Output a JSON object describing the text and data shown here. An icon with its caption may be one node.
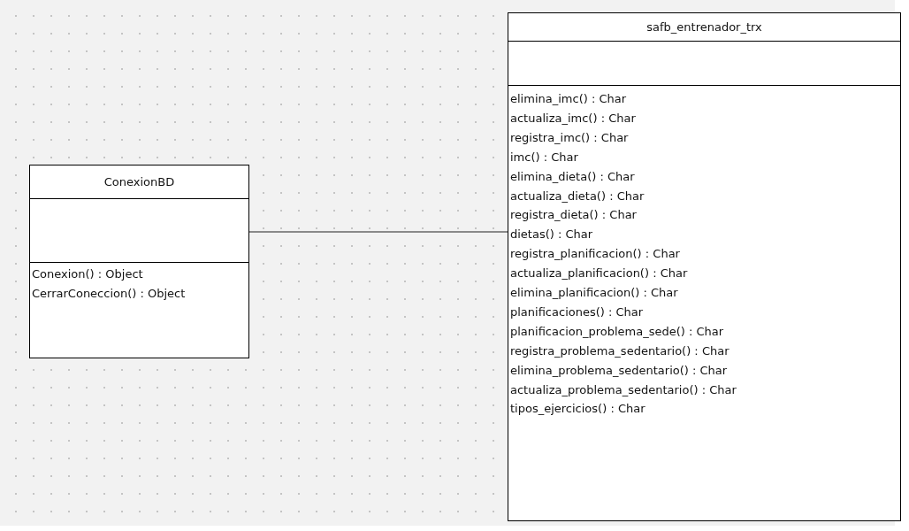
{
  "diagram": {
    "nodes": [
      {
        "text": [
          "ConexionBD",
          "Conexion() : Object",
          "CerrarConeccion() : Object"
        ]
      },
      {
        "text": [
          "safb_entrenador_trx",
          "elimina_imc() : Char",
          "actualiza_imc() : Char",
          "registra_imc() : Char",
          "imc() : Char",
          "elimina_dieta() : Char",
          "actualiza_dieta() : Char",
          "registra_dieta() : Char",
          "dietas() : Char",
          "registra_planificacion() : Char",
          "actualiza_planificacion() : Char",
          "elimina_planificacion() : Char",
          "planificaciones() : Char",
          "planificacion_problema_sede() : Char",
          "registra_problema_sedentario() : Char",
          "elimina_problema_sedentario() : Char",
          "actualiza_problema_sedentario() : Char",
          "tipos_ejercicios() : Char"
        ]
      }
    ],
    "edges": [
      {
        "from": 0,
        "to": 1,
        "arrow": "none"
      }
    ]
  }
}
